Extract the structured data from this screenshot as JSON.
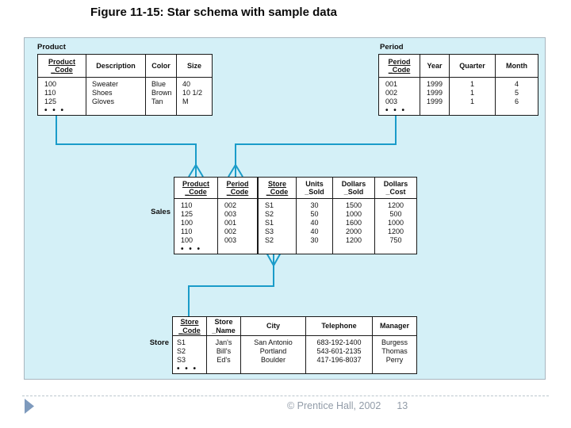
{
  "slide": {
    "title": "Figure 11-15: Star schema with sample data",
    "footer": {
      "copyright": "© Prentice Hall, 2002",
      "page_number": "13"
    }
  },
  "colors": {
    "diagram_background": "#d4f0f7",
    "connector_line": "#1a9cc9",
    "table_border": "#1a1a1a",
    "footer_text": "#929ca8",
    "nav_triangle": "#7e9abd"
  },
  "diagram": {
    "tables": {
      "product": {
        "label": "Product",
        "columns": [
          {
            "lines": [
              "Product",
              "_Code"
            ],
            "key": true
          },
          {
            "lines": [
              "Description"
            ]
          },
          {
            "lines": [
              "Color"
            ]
          },
          {
            "lines": [
              "Size"
            ]
          }
        ],
        "rows": [
          [
            "100",
            "Sweater",
            "Blue",
            "40"
          ],
          [
            "110",
            "Shoes",
            "Brown",
            "10 1/2"
          ],
          [
            "125",
            "Gloves",
            "Tan",
            "M"
          ]
        ],
        "ellipsis": "• • •"
      },
      "period": {
        "label": "Period",
        "columns": [
          {
            "lines": [
              "Period",
              "_Code"
            ],
            "key": true
          },
          {
            "lines": [
              "Year"
            ]
          },
          {
            "lines": [
              "Quarter"
            ]
          },
          {
            "lines": [
              "Month"
            ]
          }
        ],
        "rows": [
          [
            "001",
            "1999",
            "1",
            "4"
          ],
          [
            "002",
            "1999",
            "1",
            "5"
          ],
          [
            "003",
            "1999",
            "1",
            "6"
          ]
        ],
        "ellipsis": "• • •"
      },
      "sales": {
        "label": "Sales",
        "columns": [
          {
            "lines": [
              "Product",
              "_Code"
            ],
            "key": true
          },
          {
            "lines": [
              "Period",
              "_Code"
            ],
            "key": true
          },
          {
            "lines": [
              "Store",
              "_Code"
            ],
            "key": true
          },
          {
            "lines": [
              "Units",
              "_Sold"
            ]
          },
          {
            "lines": [
              "Dollars",
              "_Sold"
            ]
          },
          {
            "lines": [
              "Dollars",
              "_Cost"
            ]
          }
        ],
        "rows": [
          [
            "110",
            "002",
            "S1",
            "30",
            "1500",
            "1200"
          ],
          [
            "125",
            "003",
            "S2",
            "50",
            "1000",
            "500"
          ],
          [
            "100",
            "001",
            "S1",
            "40",
            "1600",
            "1000"
          ],
          [
            "110",
            "002",
            "S3",
            "40",
            "2000",
            "1200"
          ],
          [
            "100",
            "003",
            "S2",
            "30",
            "1200",
            "750"
          ]
        ],
        "ellipsis": "• • •"
      },
      "store": {
        "label": "Store",
        "columns": [
          {
            "lines": [
              "Store",
              "_Code"
            ],
            "key": true
          },
          {
            "lines": [
              "Store",
              "_Name"
            ]
          },
          {
            "lines": [
              "City"
            ]
          },
          {
            "lines": [
              "Telephone"
            ]
          },
          {
            "lines": [
              "Manager"
            ]
          }
        ],
        "rows": [
          [
            "S1",
            "Jan's",
            "San Antonio",
            "683-192-1400",
            "Burgess"
          ],
          [
            "S2",
            "Bill's",
            "Portland",
            "543-601-2135",
            "Thomas"
          ],
          [
            "S3",
            "Ed's",
            "Boulder",
            "417-196-8037",
            "Perry"
          ]
        ],
        "ellipsis": "• • •"
      }
    }
  }
}
